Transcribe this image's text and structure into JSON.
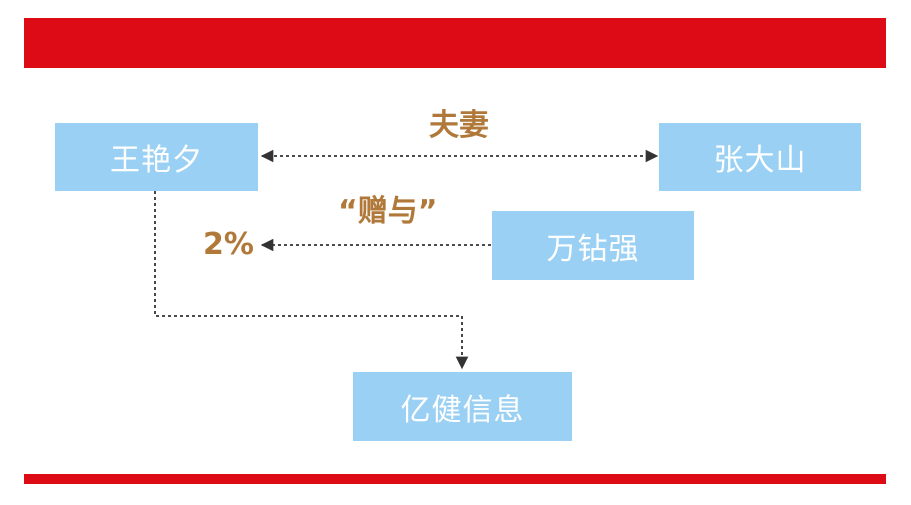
{
  "colors": {
    "band": "#dc0b15",
    "node_fill": "#9ad0f3",
    "node_text": "#ffffff",
    "label_text": "#b0793a",
    "connector": "#333333"
  },
  "nodes": {
    "wang": "王艳夕",
    "zhang": "张大山",
    "wan": "万钻强",
    "yijian": "亿健信息"
  },
  "relations": {
    "spouse": "夫妻",
    "gift": "“赠与”",
    "share": "2%"
  }
}
